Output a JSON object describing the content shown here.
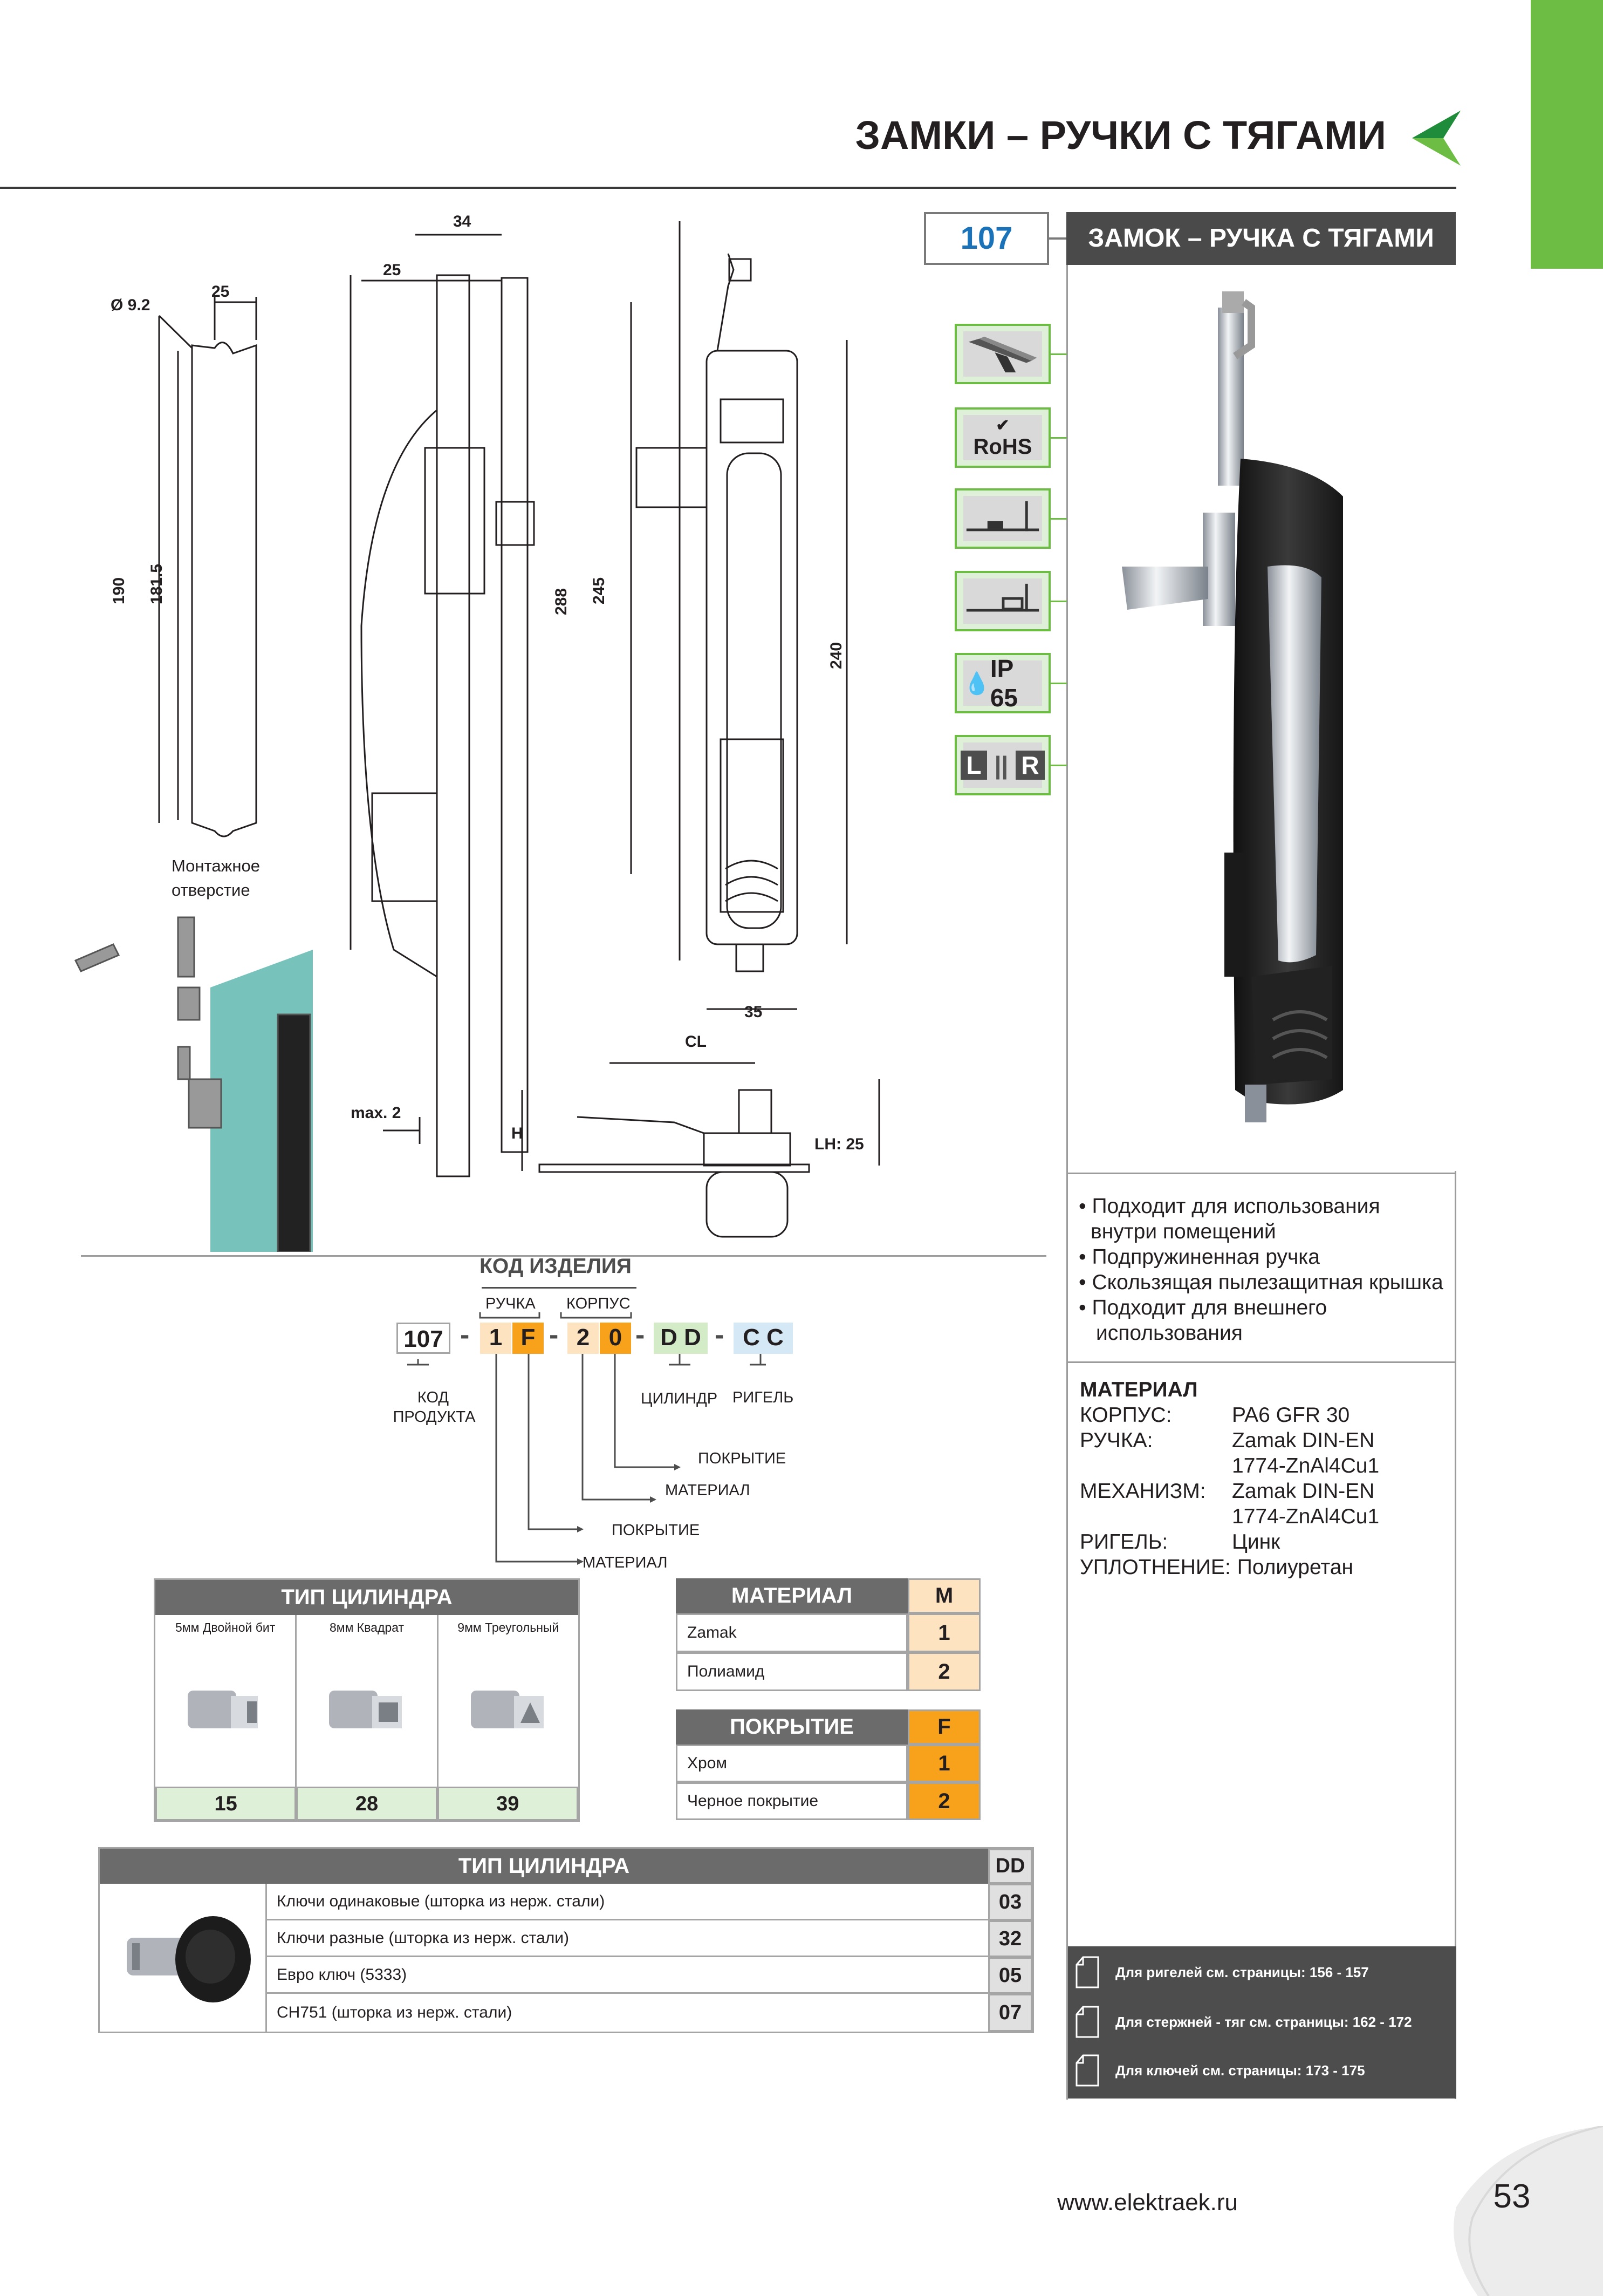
{
  "header": {
    "title": "ЗАМКИ – РУЧКИ С ТЯГАМИ",
    "colors": {
      "accent_green": "#6dbd45",
      "dark_green": "#1e8c3a",
      "panel_grey": "#4a4a4a",
      "code_blue": "#1a73b8",
      "orange": "#f8a21b"
    }
  },
  "product": {
    "code": "107",
    "name": "ЗАМОК – РУЧКА С ТЯГАМИ",
    "icons": [
      "profile-mount-icon",
      "rohs-icon",
      "inner-mount-icon",
      "outer-mount-icon",
      "ip65-icon",
      "left-right-icon"
    ],
    "icon_labels": {
      "rohs": "RoHS",
      "ip": "IP 65",
      "l": "L",
      "r": "R"
    }
  },
  "drawing": {
    "dims": {
      "d92": "Ø 9.2",
      "w25a": "25",
      "w34": "34",
      "w25b": "25",
      "h190": "190",
      "h1815": "181.5",
      "h288": "288",
      "h245": "245",
      "h240": "240",
      "w35": "35",
      "cl": "CL",
      "h": "H",
      "lh": "LH: 25",
      "max2": "max. 2"
    },
    "mount_hole_label": [
      "Монтажное",
      "отверстие"
    ]
  },
  "features": [
    "• Подходит для использования",
    "внутри помещений",
    "• Подпружиненная ручка",
    "• Скользящая пылезащитная крышка",
    "• Подходит для внешнего",
    "использования"
  ],
  "material": {
    "title": "МАТЕРИАЛ",
    "rows": [
      {
        "k": "КОРПУС:",
        "v": "PA6 GFR 30"
      },
      {
        "k": "РУЧКА:",
        "v": "Zamak DIN-EN"
      },
      {
        "k": "",
        "v": "1774-ZnAl4Cu1"
      },
      {
        "k": "МЕХАНИЗМ:",
        "v": "Zamak DIN-EN"
      },
      {
        "k": "",
        "v": "1774-ZnAl4Cu1"
      },
      {
        "k": "РИГЕЛЬ:",
        "v": "Цинк"
      },
      {
        "k": "УПЛОТНЕНИЕ:",
        "v": "Полиуретан"
      }
    ]
  },
  "product_code": {
    "title": "КОД ИЗДЕЛИЯ",
    "sub_handle": "РУЧКА",
    "sub_body": "КОРПУС",
    "parts": {
      "p107": "107",
      "h1": "1",
      "hF": "F",
      "b2": "2",
      "b0": "0",
      "dd": "D D",
      "cc": "C C"
    },
    "labels": {
      "product_code": [
        "КОД",
        "ПРОДУКТА"
      ],
      "cylinder": "ЦИЛИНДР",
      "bolt": "РИГЕЛЬ",
      "coating1": "ПОКРЫТИЕ",
      "material1": "МАТЕРИАЛ",
      "coating2": "ПОКРЫТИЕ",
      "material2": "МАТЕРИАЛ"
    }
  },
  "cylinder_type": {
    "title": "ТИП ЦИЛИНДРА",
    "options": [
      {
        "label": "5мм Двойной бит",
        "code": "15"
      },
      {
        "label": "8мм Квадрат",
        "code": "28"
      },
      {
        "label": "9мм Треугольный",
        "code": "39"
      }
    ]
  },
  "material_table": {
    "title": "МАТЕРИАЛ",
    "col": "M",
    "rows": [
      {
        "label": "Zamak",
        "code": "1"
      },
      {
        "label": "Полиамид",
        "code": "2"
      }
    ]
  },
  "coating_table": {
    "title": "ПОКРЫТИЕ",
    "col": "F",
    "rows": [
      {
        "label": "Хром",
        "code": "1"
      },
      {
        "label": "Черное покрытие",
        "code": "2"
      }
    ]
  },
  "cylinder_keys": {
    "title": "ТИП ЦИЛИНДРА",
    "col": "DD",
    "rows": [
      {
        "label": "Ключи одинаковые (шторка из нерж. стали)",
        "code": "03"
      },
      {
        "label": "Ключи разные (шторка из нерж. стали)",
        "code": "32"
      },
      {
        "label": "Евро ключ (5333)",
        "code": "05"
      },
      {
        "label": "CH751 (шторка из нерж. стали)",
        "code": "07"
      }
    ]
  },
  "references": [
    "Для ригелей см. страницы: 156 - 157",
    "Для стержней - тяг см. страницы: 162 - 172",
    "Для ключей см. страницы: 173 - 175"
  ],
  "footer": {
    "url": "www.elektraek.ru",
    "page": "53"
  }
}
